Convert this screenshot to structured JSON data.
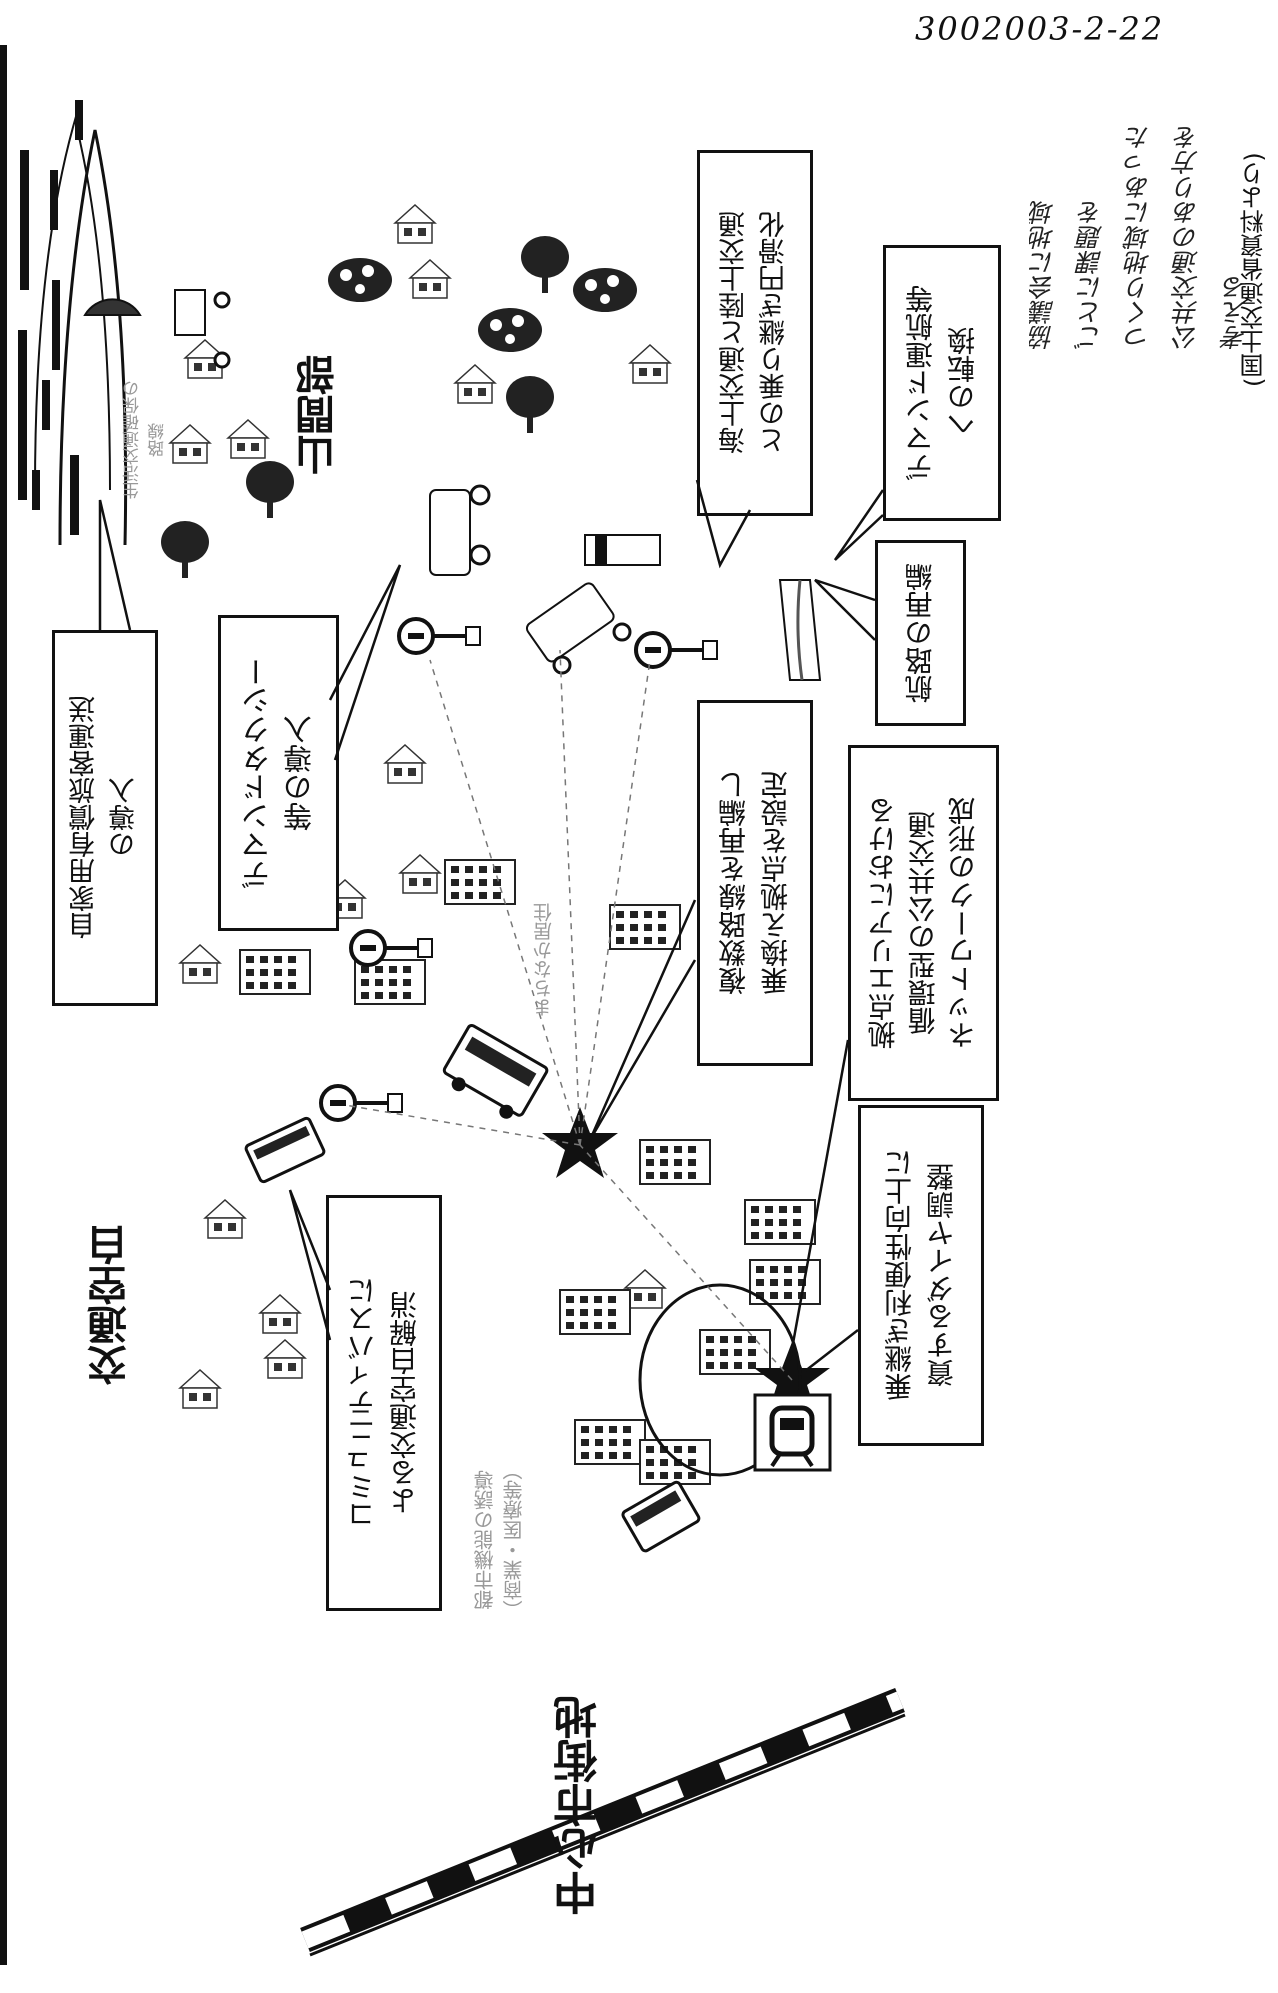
{
  "document": {
    "doc_number": "3002003-2-22",
    "source_note": "(国土交通省資料より)",
    "handwritten_note": "協議会に地域\nごとに課題を\nつくり地域にあった\n公共交通のあり方を\n考える"
  },
  "area_labels": {
    "kotsu_kuhaku": "交通空白",
    "chushin_shigaichi": "中心市街地",
    "sankanbu": "山間部"
  },
  "callouts": {
    "jikayo": "自家用有償旅客運送\nの導入",
    "demand_taxi": "デマンドタクシー\n等の導入",
    "community_bus": "コミュニティバスに\nよる交通空白解消",
    "fukusu_rosen": "複数路線を再編し\n乗換え拠点を設定",
    "kaijo_rikujo": "海上交通と陸上交通\nとの乗り継ぎ円滑化",
    "koro_saihen": "航路の再編",
    "demand_unko": "デマンド運航等\nへの転換",
    "kyoten_area": "拠点エリアにおける\n循環型の公共交通\nネットワークの形成",
    "norikae_benri": "乗継ぎ利便性向上に\n資するダイヤ調整"
  },
  "faint_labels": {
    "seikatsu": "生活交通確保の\n路線",
    "toshi_kino": "都市機能の誘導\n（商業・医療等）",
    "machi": "まちなか居住"
  },
  "icons": [
    "bus-icon",
    "train-icon",
    "ship-icon",
    "bus-stop-icon",
    "star-icon",
    "tree-icon",
    "house-icon",
    "building-icon",
    "mountain-icon",
    "lighthouse-icon",
    "taxi-icon"
  ]
}
